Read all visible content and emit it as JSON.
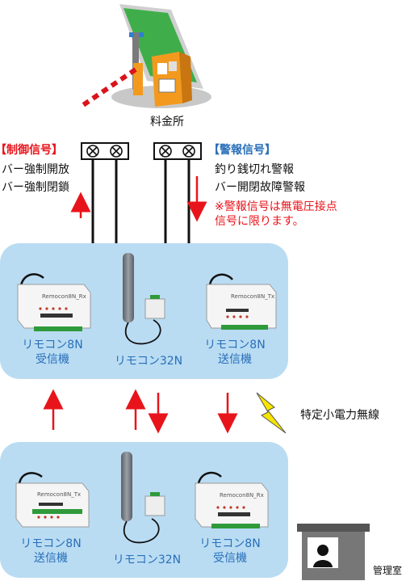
{
  "toll_booth": {
    "label": "料金所"
  },
  "control": {
    "title": "【制御信号】",
    "items": [
      "バー強制開放",
      "バー強制閉鎖"
    ]
  },
  "alarm": {
    "title": "【警報信号】",
    "items": [
      "釣り銭切れ警報",
      "バー開閉故障警報"
    ],
    "note_line1": "※警報信号は無電圧接点",
    "note_line2": "信号に限ります。"
  },
  "top_panel": {
    "left": {
      "line1": "リモコン8N",
      "line2": "受信機",
      "device_text": "Remocon8N_Rx"
    },
    "center": {
      "line1": "リモコン32N"
    },
    "right": {
      "line1": "リモコン8N",
      "line2": "送信機",
      "device_text": "Remocon8N_Tx"
    }
  },
  "bottom_panel": {
    "left": {
      "line1": "リモコン8N",
      "line2": "送信機",
      "device_text": "Remocon8N_Tx"
    },
    "center": {
      "line1": "リモコン32N"
    },
    "right": {
      "line1": "リモコン8N",
      "line2": "受信機",
      "device_text": "Remocon8N_Rx"
    }
  },
  "wireless": {
    "label": "特定小電力無線"
  },
  "control_room": {
    "label": "管理室"
  },
  "colors": {
    "panel": "#b9dcf3",
    "arrow": "#e8141b",
    "label_blue": "#2a6fb8",
    "title_blue": "#2a6fb8"
  }
}
